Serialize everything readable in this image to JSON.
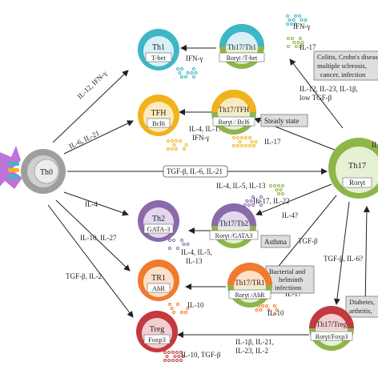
{
  "cells": {
    "th0": "Th0",
    "th1": {
      "name": "Th1",
      "factor": "T-bet"
    },
    "tfh": {
      "name": "TFH",
      "factor": "Bcl6"
    },
    "th2": {
      "name": "Th2",
      "factor": "GATA-3"
    },
    "tr1": {
      "name": "TR1",
      "factor": "AhR"
    },
    "treg": {
      "name": "Treg",
      "factor": "Foxp3"
    },
    "th17": {
      "name": "Th17",
      "factor": "Rorγt",
      "edge_label": "IL"
    },
    "th17_th1": {
      "name": "Th17/Th1",
      "factor": "Rorγt /T-bet"
    },
    "th17_tfh": {
      "name": "Th17/TFH",
      "factor": "Rorγt / Bcl6"
    },
    "th17_th2": {
      "name": "Th17/Th2",
      "factor": "Rorγt /GATA3"
    },
    "th17_tr1": {
      "name": "Th17/TR1",
      "factor": "Rorγt /AhR"
    },
    "th17_treg": {
      "name": "Th17/Treg",
      "factor": "Rorγt/Foxp3"
    }
  },
  "arrow_labels": {
    "th1": "IL-12, IFN-γ",
    "tfh": "IL-6, IL-21",
    "th17": "TGF-β, IL-6, IL-21",
    "th2": "IL-4",
    "tr1": "IL-10, IL-27",
    "treg": "TGF-β, IL-2",
    "th17_to_th1_a": "IL-12, IL-23, IL-1β,",
    "th17_to_th1_b": "low TGF-β",
    "th17_to_th2": "IL-4?",
    "th17_to_tr1": "TGF-β",
    "th17_to_treg": "TGF-β, IL-6?",
    "treg_to_th17_a": "IL-1β, IL-21,",
    "treg_to_th17_b": "IL-23, IL-2"
  },
  "secretions": {
    "th1": "IFN-γ",
    "th17_th1_a": "IFN-γ",
    "th17_th1_b": "IL-17",
    "th17_tfh_a": "IL-4, IL-17,",
    "th17_tfh_b": "IFN-γ",
    "th17_tfh_c": "IL-17",
    "th17_th2_top": "IL-4, IL-5, IL-13",
    "th17_th2_side": "IL-17, IL-22",
    "th2_a": "IL-4, IL-5,",
    "th2_b": "IL-13",
    "tr1": "IL-10",
    "th17_tr1_a": "IL-17",
    "th17_tr1_b": "IL-10",
    "treg": "IL-10, TGF-β"
  },
  "disease_boxes": {
    "colitis": [
      "Colitis, Crohn's disease,",
      "multiple sclerosis,",
      "cancer, infection"
    ],
    "steady": [
      "Steady state"
    ],
    "asthma": [
      "Asthma"
    ],
    "bacterial": [
      "Bacterial and",
      "helminth",
      "infections"
    ],
    "diabetes": [
      "Diabetes,",
      "arthritis,"
    ]
  },
  "colors": {
    "th0": "#9e9e9e",
    "th1": "#3fb5c8",
    "tfh": "#f2b21c",
    "th2": "#8a6aab",
    "tr1": "#f07a2e",
    "treg": "#c23a40",
    "th17": "#8fb54a",
    "apc": "#b15bd1",
    "box_fill": "#dedede"
  }
}
